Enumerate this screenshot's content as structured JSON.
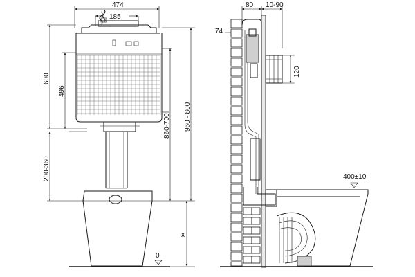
{
  "front_view": {
    "width_label": "474",
    "top_pipe_label": "185",
    "height_cistern_label": "600",
    "height_tank_label": "496",
    "height_frame_label": "200-360",
    "height_mid_label": "860-700",
    "height_total_label": "960 - 800",
    "floor_label": "0",
    "x_label": "x"
  },
  "side_view": {
    "depth_label": "80",
    "gap_label": "10-90",
    "wall_label": "74",
    "flange_label": "120",
    "seat_height_label": "400±10"
  }
}
